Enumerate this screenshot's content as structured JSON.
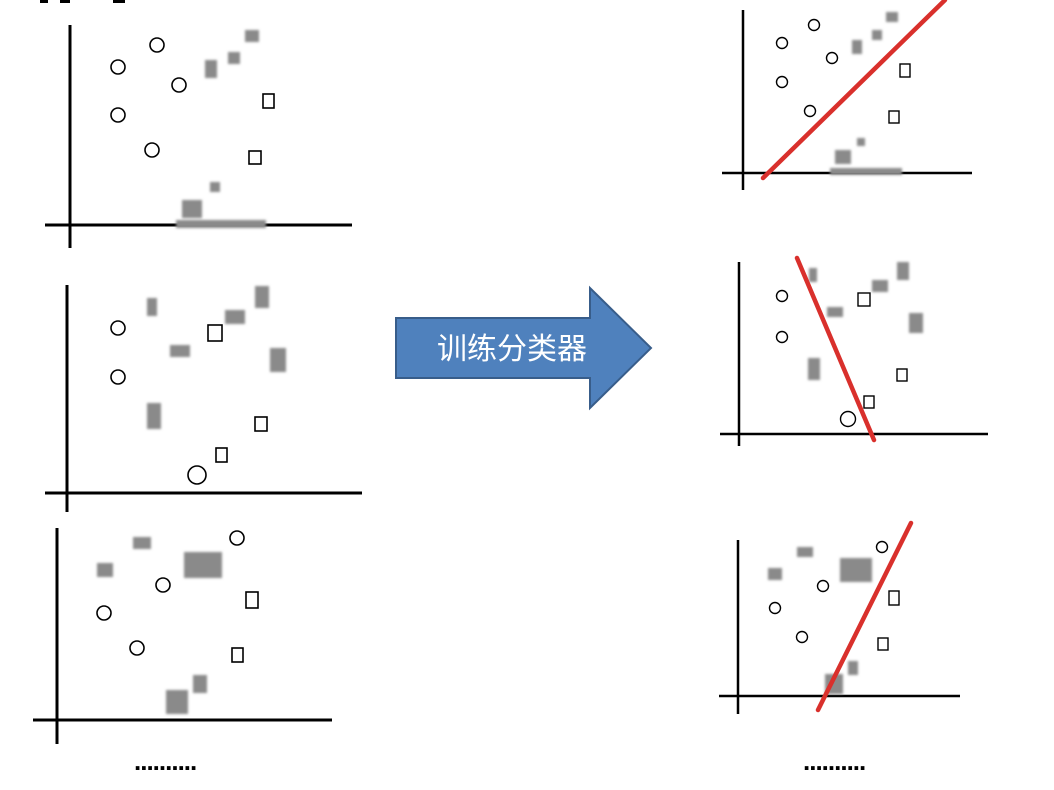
{
  "arrow": {
    "label": "训练分类器",
    "fill": "#4F81BD",
    "stroke": "#385D8A",
    "text_color": "#ffffff"
  },
  "ellipsis_left": "..........",
  "ellipsis_right": "..........",
  "colors": {
    "axis": "#000000",
    "marker": "#000000",
    "blurred_marker": "#8a8a8a",
    "classifier_line": "#D9302C"
  },
  "marker_types": {
    "circle": "circle-marker",
    "square": "square-marker",
    "blurred": "pixelated-marker"
  }
}
